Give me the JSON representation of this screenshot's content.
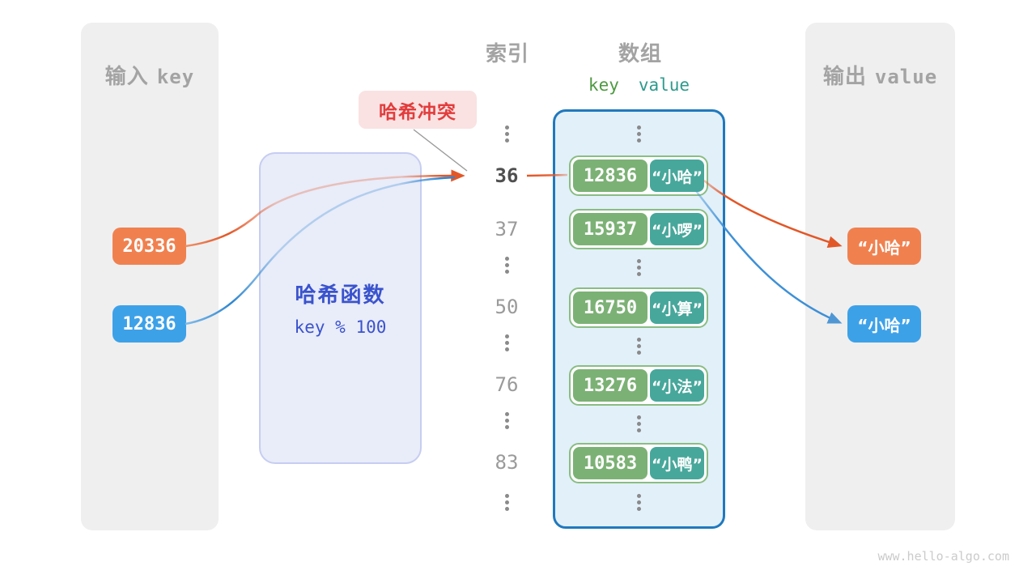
{
  "left_panel": {
    "title_cjk": "输入",
    "title_latin": "key",
    "items": [
      {
        "value": "20336",
        "color": "orange"
      },
      {
        "value": "12836",
        "color": "blue"
      }
    ]
  },
  "hash_box": {
    "title": "哈希函数",
    "formula": "key % 100"
  },
  "collision_label": {
    "text": "哈希冲突"
  },
  "index_column": {
    "title": "索引",
    "items": [
      {
        "label": "36",
        "highlight": true
      },
      {
        "label": "37",
        "highlight": false
      },
      {
        "label": "50",
        "highlight": false
      },
      {
        "label": "76",
        "highlight": false
      },
      {
        "label": "83",
        "highlight": false
      }
    ]
  },
  "array_panel": {
    "title": "数组",
    "key_header": "key",
    "value_header": "value",
    "rows": [
      {
        "key": "12836",
        "value": "“小哈”"
      },
      {
        "key": "15937",
        "value": "“小啰”"
      },
      {
        "key": "16750",
        "value": "“小算”"
      },
      {
        "key": "13276",
        "value": "“小法”"
      },
      {
        "key": "10583",
        "value": "“小鸭”"
      }
    ]
  },
  "right_panel": {
    "title_cjk": "输出",
    "title_latin": "value",
    "items": [
      {
        "value": "“小哈”",
        "color": "orange"
      },
      {
        "value": "“小哈”",
        "color": "blue"
      }
    ]
  },
  "footer": {
    "site": "www.hello-algo.com"
  },
  "colors": {
    "input_orange": "#f0814f",
    "input_blue": "#3da1e8",
    "key_green": "#7cb175",
    "value_teal": "#47a79b",
    "row_border_green": "#8abd83",
    "array_border_blue": "#2079bd",
    "array_bg": "#e2f0fa",
    "hash_text_blue": "#3a53cd",
    "hash_bg": "#e9ecf9",
    "collision_red": "#e23c3c",
    "collision_bg": "#fae2e2",
    "panel_gray": "#efeff0",
    "arrow_orange": "#e25727",
    "arrow_blue": "#2f86d0",
    "muted_text": "#a3a3a3"
  }
}
